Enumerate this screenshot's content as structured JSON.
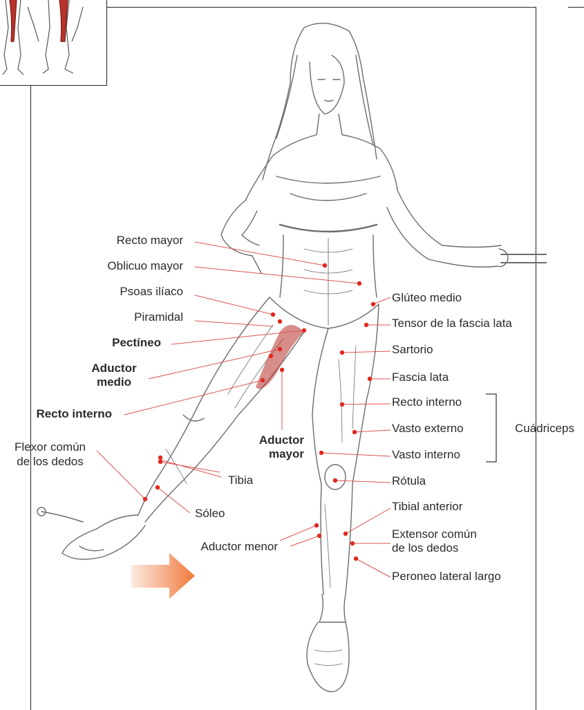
{
  "labels": {
    "recto_mayor": "Recto mayor",
    "oblicuo_mayor": "Oblicuo mayor",
    "psoas_iliaco": "Psoas ilíaco",
    "piramidal": "Piramidal",
    "pectineo": "Pectíneo",
    "aductor_medio_1": "Aductor",
    "aductor_medio_2": "medio",
    "recto_interno_left": "Recto interno",
    "flexor_comun_1": "Flexor común",
    "flexor_comun_2": "de los dedos",
    "aductor_mayor_1": "Aductor",
    "aductor_mayor_2": "mayor",
    "tibia": "Tibia",
    "soleo": "Sóleo",
    "aductor_menor": "Aductor menor",
    "gluteo_medio": "Glúteo medio",
    "tensor_fascia": "Tensor de la fascia lata",
    "sartorio": "Sartorio",
    "fascia_lata": "Fascia lata",
    "recto_interno_right": "Recto interno",
    "vasto_externo": "Vasto externo",
    "vasto_interno": "Vasto interno",
    "cuadriceps": "Cuádriceps",
    "rotula": "Rótula",
    "tibial_anterior": "Tibial anterior",
    "extensor_comun_1": "Extensor común",
    "extensor_comun_2": "de los dedos",
    "peroneo": "Peroneo lateral largo"
  },
  "colors": {
    "leader_line": "#d9534f",
    "muscle_dot": "#e0281e",
    "arrow": "#f07a3c",
    "frame": "#222222",
    "sketch": "#6b6b6b",
    "highlight_muscle": "#b6322a"
  },
  "icons": {
    "thumbnail": "muscle-figure-thumbnail-icon",
    "direction_arrow": "right-arrow-icon",
    "figure": "woman-leg-abduction-illustration"
  }
}
